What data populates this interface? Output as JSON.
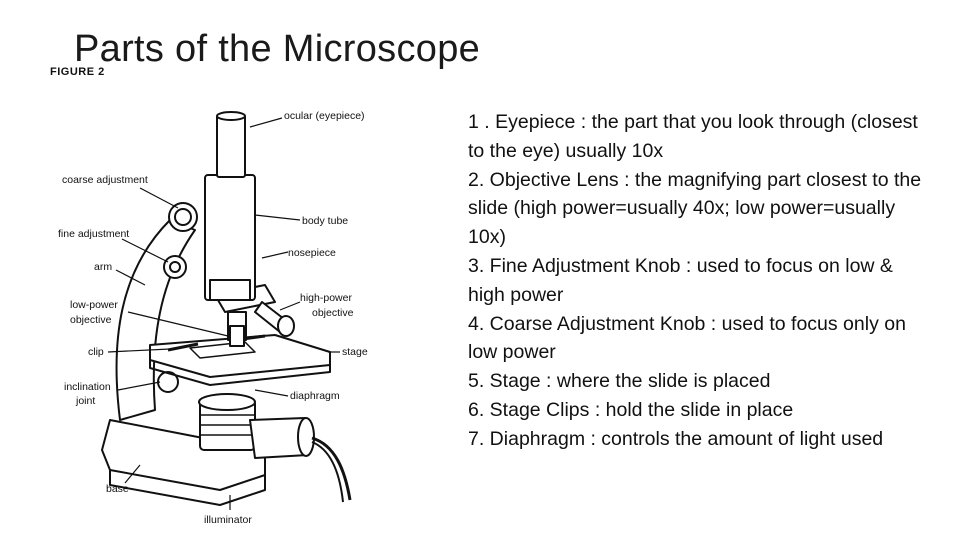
{
  "slide": {
    "title": "Parts of the Microscope",
    "figure_tag": "FIGURE 2",
    "diagram_labels": {
      "ocular": "ocular (eyepiece)",
      "coarse_adjustment": "coarse adjustment",
      "body_tube": "body tube",
      "fine_adjustment": "fine adjustment",
      "nosepiece": "nosepiece",
      "arm": "arm",
      "high_power_objective_1": "high-power",
      "high_power_objective_2": "objective",
      "low_power_objective_1": "low-power",
      "low_power_objective_2": "objective",
      "clip": "clip",
      "stage": "stage",
      "inclination_joint_1": "inclination",
      "inclination_joint_2": "joint",
      "diaphragm": "diaphragm",
      "base": "base",
      "illuminator": "illuminator"
    },
    "parts": [
      "1 . Eyepiece : the part that you look through (closest to the eye) usually 10x",
      "2. Objective Lens : the magnifying part closest to the slide (high power=usually 40x; low power=usually 10x)",
      "3. Fine Adjustment Knob : used to focus on low & high power",
      "4. Coarse Adjustment Knob : used to focus only on low power",
      "5. Stage : where the slide is placed",
      "6. Stage Clips : hold the slide in place",
      "7. Diaphragm : controls the amount of light used"
    ]
  }
}
